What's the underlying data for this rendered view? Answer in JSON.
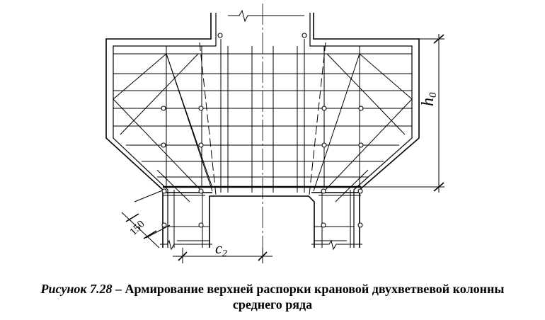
{
  "figure": {
    "dimensions": {
      "h0_main": "h",
      "h0_sub": "0",
      "c2_main": "c",
      "c2_sub": "2",
      "d150": "150"
    },
    "caption": {
      "label": "Рисунок 7.28",
      "dash": " – ",
      "line1": "Армирование верхней распорки крановой двухветвевой колонны",
      "line2": "среднего ряда"
    }
  }
}
